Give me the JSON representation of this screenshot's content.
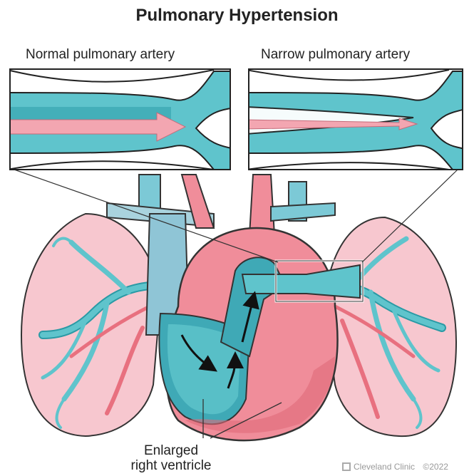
{
  "title": "Pulmonary Hypertension",
  "insets": {
    "normal": "Normal pulmonary artery",
    "narrow": "Narrow pulmonary artery"
  },
  "callout": {
    "line1": "Enlarged",
    "line2": "right ventricle"
  },
  "credit": {
    "name": "Cleveland Clinic",
    "copyright": "©2022"
  },
  "colors": {
    "artery_blue": "#5fc4cc",
    "artery_dark": "#2a9aa5",
    "blood_red": "#f3a6b1",
    "heart_red": "#f08d9a",
    "lung_pink": "#f7c7cf",
    "outline": "#1e1e1e"
  }
}
